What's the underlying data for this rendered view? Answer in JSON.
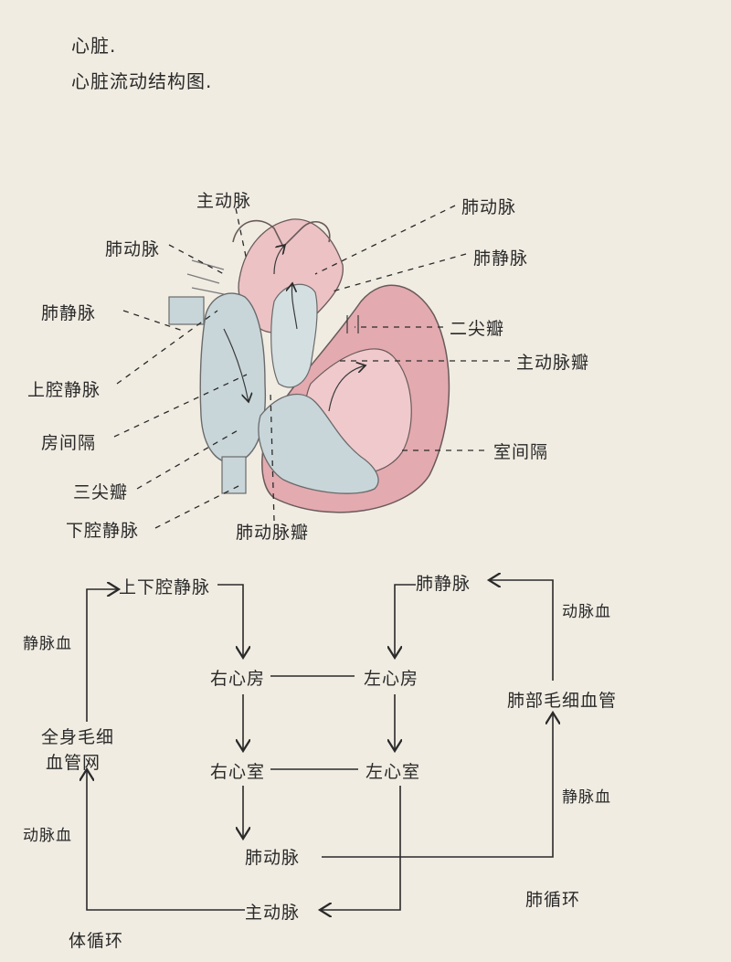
{
  "header": {
    "title": "心脏.",
    "subtitle": "心脏流动结构图."
  },
  "heart_labels": {
    "aorta": "主动脉",
    "pulmonary_artery_left": "肺动脉",
    "pulmonary_vein_left": "肺静脉",
    "superior_vena_cava": "上腔静脉",
    "atrial_septum": "房间隔",
    "tricuspid_valve": "三尖瓣",
    "inferior_vena_cava": "下腔静脉",
    "pulmonary_valve": "肺动脉瓣",
    "pulmonary_artery_right": "肺动脉",
    "pulmonary_vein_right": "肺静脉",
    "mitral_valve": "二尖瓣",
    "aortic_valve": "主动脉瓣",
    "ventricular_septum": "室间隔"
  },
  "flow": {
    "vena_cavae": "上下腔静脉",
    "right_atrium": "右心房",
    "left_atrium": "左心房",
    "right_ventricle": "右心室",
    "left_ventricle": "左心室",
    "pulmonary_artery": "肺动脉",
    "aorta": "主动脉",
    "pulmonary_veins": "肺静脉",
    "lung_capillaries": "肺部毛细血管",
    "body_capillaries_line1": "全身毛细",
    "body_capillaries_line2": "血管网",
    "venous_blood_left": "静脉血",
    "arterial_blood_left": "动脉血",
    "arterial_blood_right": "动脉血",
    "venous_blood_right": "静脉血",
    "systemic_circulation": "体循环",
    "pulmonary_circulation": "肺循环"
  },
  "colors": {
    "background": "#f0ece2",
    "right_heart_blue": "#c8d6da",
    "left_heart_pink": "#e3aab0",
    "ink": "#2a2a2a"
  }
}
